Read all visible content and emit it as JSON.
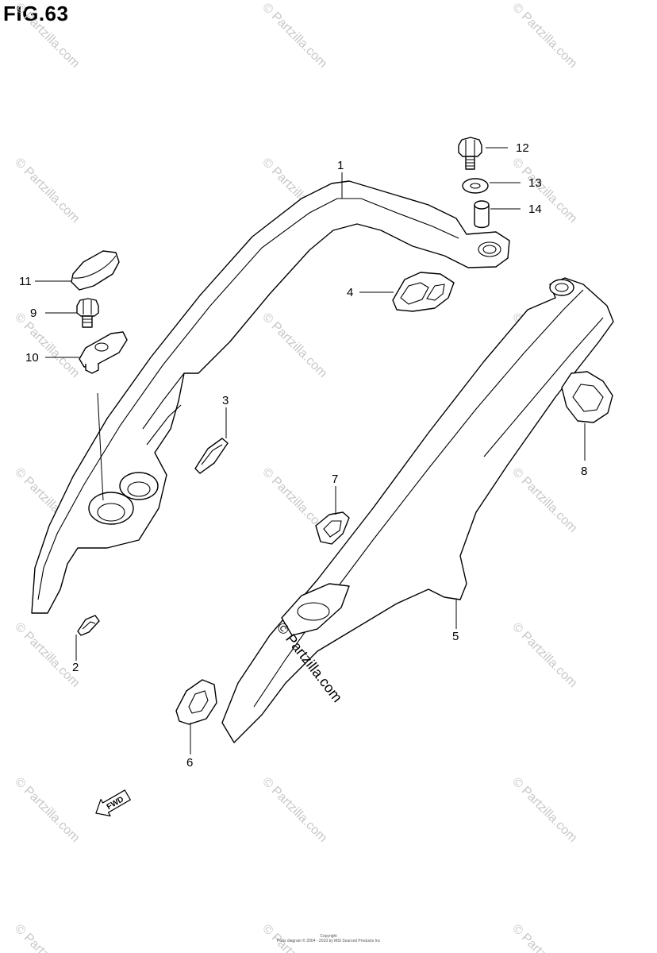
{
  "figure": {
    "title": "FIG.63"
  },
  "watermark": {
    "text": "© Partzilla.com",
    "main_text": "© Partzilla.com"
  },
  "callouts": [
    {
      "id": "1",
      "label": "1"
    },
    {
      "id": "2",
      "label": "2"
    },
    {
      "id": "3",
      "label": "3"
    },
    {
      "id": "4",
      "label": "4"
    },
    {
      "id": "5",
      "label": "5"
    },
    {
      "id": "6",
      "label": "6"
    },
    {
      "id": "7",
      "label": "7"
    },
    {
      "id": "8",
      "label": "8"
    },
    {
      "id": "9",
      "label": "9"
    },
    {
      "id": "10",
      "label": "10"
    },
    {
      "id": "11",
      "label": "11"
    },
    {
      "id": "12",
      "label": "12"
    },
    {
      "id": "13",
      "label": "13"
    },
    {
      "id": "14",
      "label": "14"
    }
  ],
  "direction_badge": {
    "label": "FWD"
  },
  "footer": {
    "line1": "Copyright",
    "line2": "Parts diagram © 2004 - 2019 by MSI Sourced Products Inc"
  }
}
